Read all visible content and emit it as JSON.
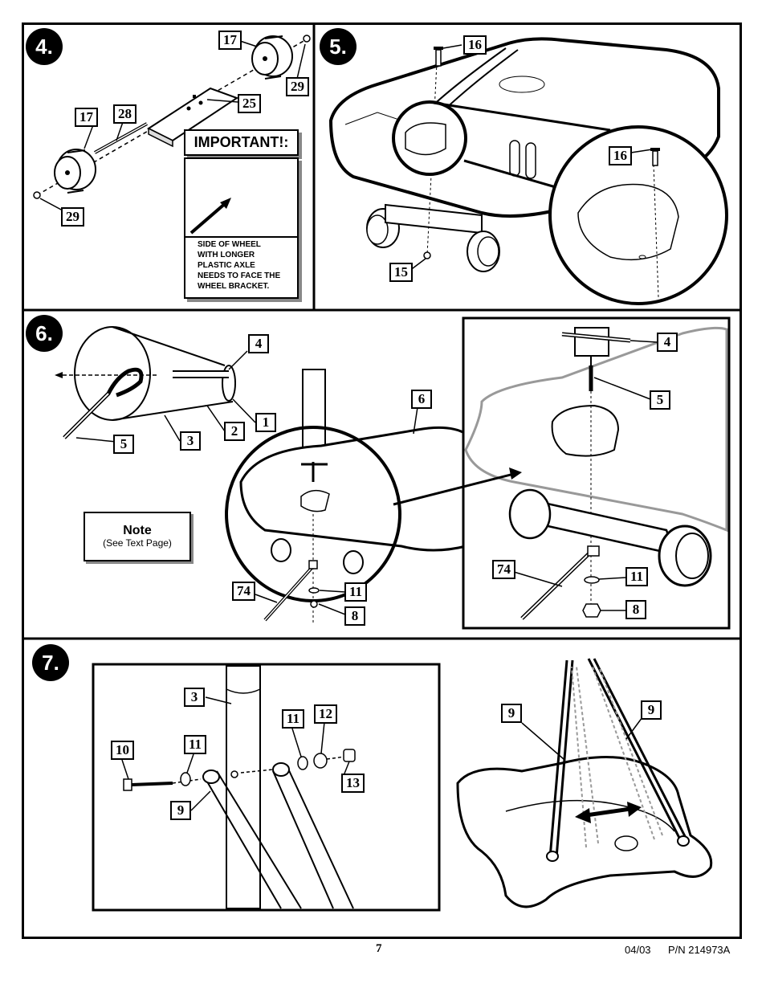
{
  "steps": {
    "s4": "4.",
    "s5": "5.",
    "s6": "6.",
    "s7": "7."
  },
  "important": {
    "title": "IMPORTANT!:",
    "text": "SIDE OF WHEEL\nWITH LONGER\nPLASTIC AXLE\nNEEDS TO FACE THE\nWHEEL BRACKET."
  },
  "note": {
    "title": "Note",
    "subtitle": "(See Text Page)"
  },
  "callouts": {
    "p4": [
      "17",
      "29",
      "25",
      "17",
      "28",
      "29"
    ],
    "p5": [
      "16",
      "16",
      "15"
    ],
    "p6": [
      "4",
      "5",
      "3",
      "2",
      "1",
      "6",
      "4",
      "5",
      "74",
      "11",
      "8",
      "74",
      "11",
      "8"
    ],
    "p7": [
      "3",
      "11",
      "12",
      "10",
      "11",
      "13",
      "9",
      "9",
      "9"
    ]
  },
  "footer": {
    "page": "7",
    "date": "04/03",
    "part_number": "P/N 214973A"
  }
}
